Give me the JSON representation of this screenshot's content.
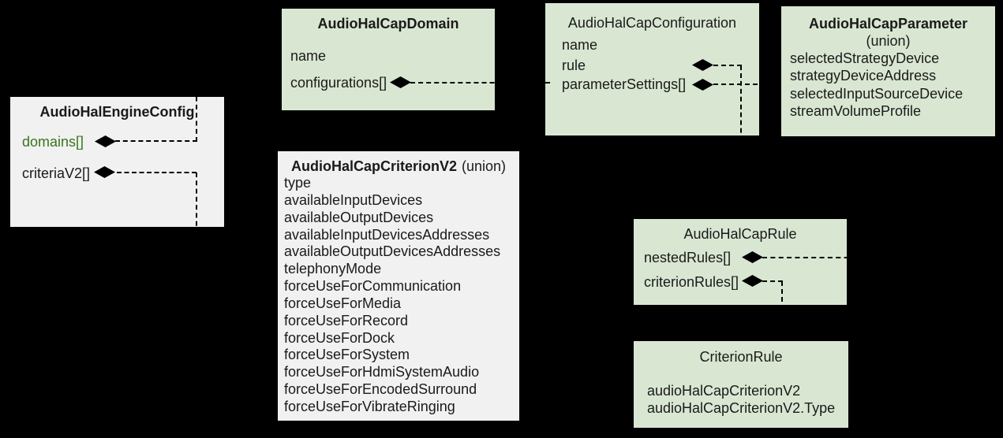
{
  "palette": {
    "background": "#000000",
    "green_box_fill": "#d9e7d2",
    "gray_box_fill": "#f1f1f1",
    "text_color": "#1a1a1a",
    "green_field_color": "#38761d",
    "connector_color": "#000000"
  },
  "icons": {
    "composition_diamond": "◆"
  },
  "boxes": {
    "engine": {
      "title": "AudioHalEngineConfig",
      "fields": {
        "domains": "domains[]",
        "criteriaV2": "criteriaV2[]"
      }
    },
    "domain": {
      "title": "AudioHalCapDomain",
      "fields": {
        "name": "name",
        "configurations": "configurations[]"
      }
    },
    "configuration": {
      "title": "AudioHalCapConfiguration",
      "fields": {
        "name": "name",
        "rule": "rule",
        "parameterSettings": "parameterSettings[]"
      }
    },
    "parameter": {
      "title": "AudioHalCapParameter",
      "subtitle": "(union)",
      "fields": [
        "selectedStrategyDevice",
        "strategyDeviceAddress",
        "selectedInputSourceDevice",
        "streamVolumeProfile"
      ]
    },
    "criterionV2": {
      "title": "AudioHalCapCriterionV2",
      "subtitle": "(union)",
      "fields": [
        "type",
        "availableInputDevices",
        "availableOutputDevices",
        "availableInputDevicesAddresses",
        "availableOutputDevicesAddresses",
        "telephonyMode",
        "forceUseForCommunication",
        "forceUseForMedia",
        "forceUseForRecord",
        "forceUseForDock",
        "forceUseForSystem",
        "forceUseForHdmiSystemAudio",
        "forceUseForEncodedSurround",
        "forceUseForVibrateRinging"
      ]
    },
    "rule": {
      "title": "AudioHalCapRule",
      "fields": {
        "nestedRules": "nestedRules[]",
        "criterionRules": "criterionRules[]"
      }
    },
    "criterionRule": {
      "title": "CriterionRule",
      "fields": [
        "audioHalCapCriterionV2",
        "audioHalCapCriterionV2.Type"
      ]
    }
  }
}
